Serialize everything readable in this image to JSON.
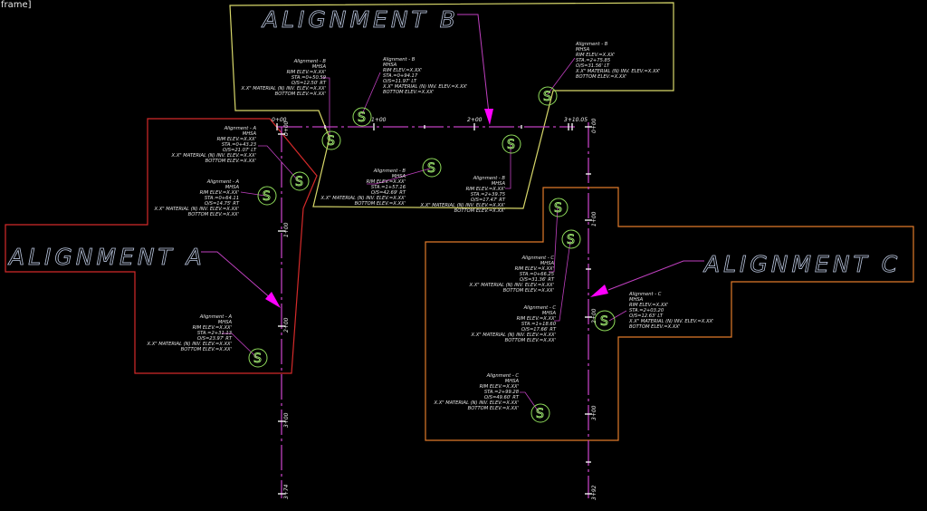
{
  "window": {
    "frame_label": "frame]"
  },
  "colors": {
    "background": "#000000",
    "boundary_a": "#d42a2a",
    "boundary_b": "#d8d86a",
    "boundary_c": "#e07a2a",
    "centerline": "#c040c0",
    "leader": "#c040c0",
    "arrow": "#ff00ff",
    "manhole": "#8fdc5a",
    "title": "#b8c4dc",
    "text": "#e6e6e6"
  },
  "titles": {
    "a": "ALIGNMENT A",
    "b": "ALIGNMENT B",
    "c": "ALIGNMENT C"
  },
  "stations": {
    "b_line": [
      "0+00",
      "1+00",
      "2+00",
      "3+10.05"
    ],
    "a_line": [
      "0+00",
      "1+00",
      "2+00",
      "3+00",
      "3+74"
    ],
    "c_line": [
      "0+00",
      "1+00",
      "2+00",
      "3+00",
      "3+92"
    ]
  },
  "manholes": [
    {
      "id": "B1",
      "lines": [
        "Alignment - B",
        "MHSA",
        "RIM ELEV.=X.XX'",
        "STA.=0+50.59",
        "O/S=12.50' RT",
        "X.X\" MATERIAL (N) INV. ELEV.=X.XX'",
        "BOTTOM ELEV.=X.XX'"
      ]
    },
    {
      "id": "B2",
      "lines": [
        "Alignment - B",
        "MHSA",
        "RIM ELEV.=X.XX'",
        "STA.=0+94.17",
        "O/S=11.97' LT",
        "X.X\" MATERIAL (N) INV. ELEV.=X.XX'",
        "BOTTOM ELEV.=X.XX'"
      ]
    },
    {
      "id": "B3",
      "lines": [
        "Alignment - B",
        "MHSA",
        "RIM ELEV.=X.XX'",
        "STA.=2+75.85",
        "O/S=31.56' LT",
        "X.X\" MATERIAL (N) INV. ELEV.=X.XX'",
        "BOTTOM ELEV.=X.XX'"
      ]
    },
    {
      "id": "B4",
      "lines": [
        "Alignment - B",
        "MHSA",
        "RIM ELEV.=X.XX'",
        "STA.=1+57.16",
        "O/S=42.69' RT",
        "X.X\" MATERIAL (N) INV. ELEV.=X.XX'",
        "BOTTOM ELEV.=X.XX'"
      ]
    },
    {
      "id": "B5",
      "lines": [
        "Alignment - B",
        "MHSA",
        "RIM ELEV.=X.XX'",
        "STA.=2+39.75",
        "O/S=17.47' RT",
        "X.X\" MATERIAL (N) INV. ELEV.=X.XX'",
        "BOTTOM ELEV.=X.XX'"
      ]
    },
    {
      "id": "A1",
      "lines": [
        "Alignment - A",
        "MHSA",
        "RIM ELEV.=X.XX'",
        "STA.=0+43.23",
        "O/S=21.07' LT",
        "X.X\" MATERIAL (N) INV. ELEV.=X.XX'",
        "BOTTOM ELEV.=X.XX'"
      ]
    },
    {
      "id": "A2",
      "lines": [
        "Alignment - A",
        "MHSA",
        "RIM ELEV.=X.XX'",
        "STA.=0+64.11",
        "O/S=14.75' RT",
        "X.X\" MATERIAL (N) INV. ELEV.=X.XX'",
        "BOTTOM ELEV.=X.XX'"
      ]
    },
    {
      "id": "A3",
      "lines": [
        "Alignment - A",
        "MHSA",
        "RIM ELEV.=X.XX'",
        "STA.=2+31.13",
        "O/S=23.97' RT",
        "X.X\" MATERIAL (N) INV. ELEV.=X.XX'",
        "BOTTOM ELEV.=X.XX'"
      ]
    },
    {
      "id": "C1",
      "lines": [
        "Alignment - C",
        "MHSA",
        "RIM ELEV.=X.XX'",
        "STA.=0+66.25",
        "O/S=31.36' RT",
        "X.X\" MATERIAL (N) INV. ELEV.=X.XX'",
        "BOTTOM ELEV.=X.XX'"
      ]
    },
    {
      "id": "C2",
      "lines": [
        "Alignment - C",
        "MHSA",
        "RIM ELEV.=X.XX'",
        "STA.=1+18.60",
        "O/S=17.66' RT",
        "X.X\" MATERIAL (N) INV. ELEV.=X.XX'",
        "BOTTOM ELEV.=X.XX'"
      ]
    },
    {
      "id": "C3",
      "lines": [
        "Alignment - C",
        "MHSA",
        "RIM ELEV.=X.XX'",
        "STA.=2+03.20",
        "O/S=12.63' LT",
        "X.X\" MATERIAL (N) INV. ELEV.=X.XX'",
        "BOTTOM ELEV.=X.XX'"
      ]
    },
    {
      "id": "C4",
      "lines": [
        "Alignment - C",
        "MHSA",
        "RIM ELEV.=X.XX'",
        "STA.=2+99.28",
        "O/S=49.60' RT",
        "X.X\" MATERIAL (N) INV. ELEV.=X.XX'",
        "BOTTOM ELEV.=X.XX'"
      ]
    }
  ],
  "manhole_symbol": "S"
}
